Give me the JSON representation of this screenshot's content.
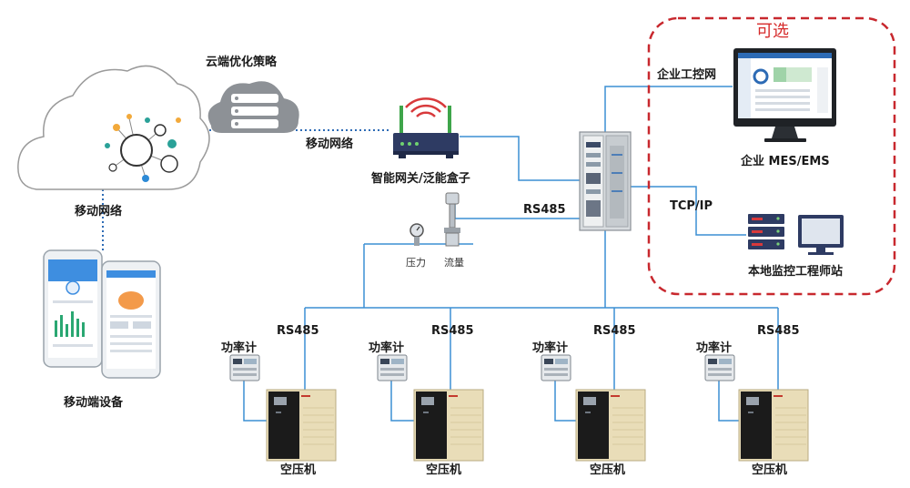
{
  "labels": {
    "cloud_strategy": "云端优化策略",
    "mobile_net_top": "移动网络",
    "mobile_net_left": "移动网络",
    "gateway": "智能网关/泛能盒子",
    "pressure": "压力",
    "flow": "流量",
    "rs485_cabinet": "RS485",
    "enterprise_net": "企业工控网",
    "tcpip": "TCP/IP",
    "optional": "可选",
    "mes_ems": "企业 MES/EMS",
    "local_station": "本地监控工程师站",
    "mobile_device": "移动端设备"
  },
  "units": [
    {
      "rs485": "RS485",
      "meter": "功率计",
      "machine": "空压机"
    },
    {
      "rs485": "RS485",
      "meter": "功率计",
      "machine": "空压机"
    },
    {
      "rs485": "RS485",
      "meter": "功率计",
      "machine": "空压机"
    },
    {
      "rs485": "RS485",
      "meter": "功率计",
      "machine": "空压机"
    }
  ],
  "colors": {
    "link": "#3b8fd4",
    "optional_border": "#c8282e",
    "compressor_body": "#e9ddb8",
    "compressor_panel": "#1b1b1b"
  }
}
